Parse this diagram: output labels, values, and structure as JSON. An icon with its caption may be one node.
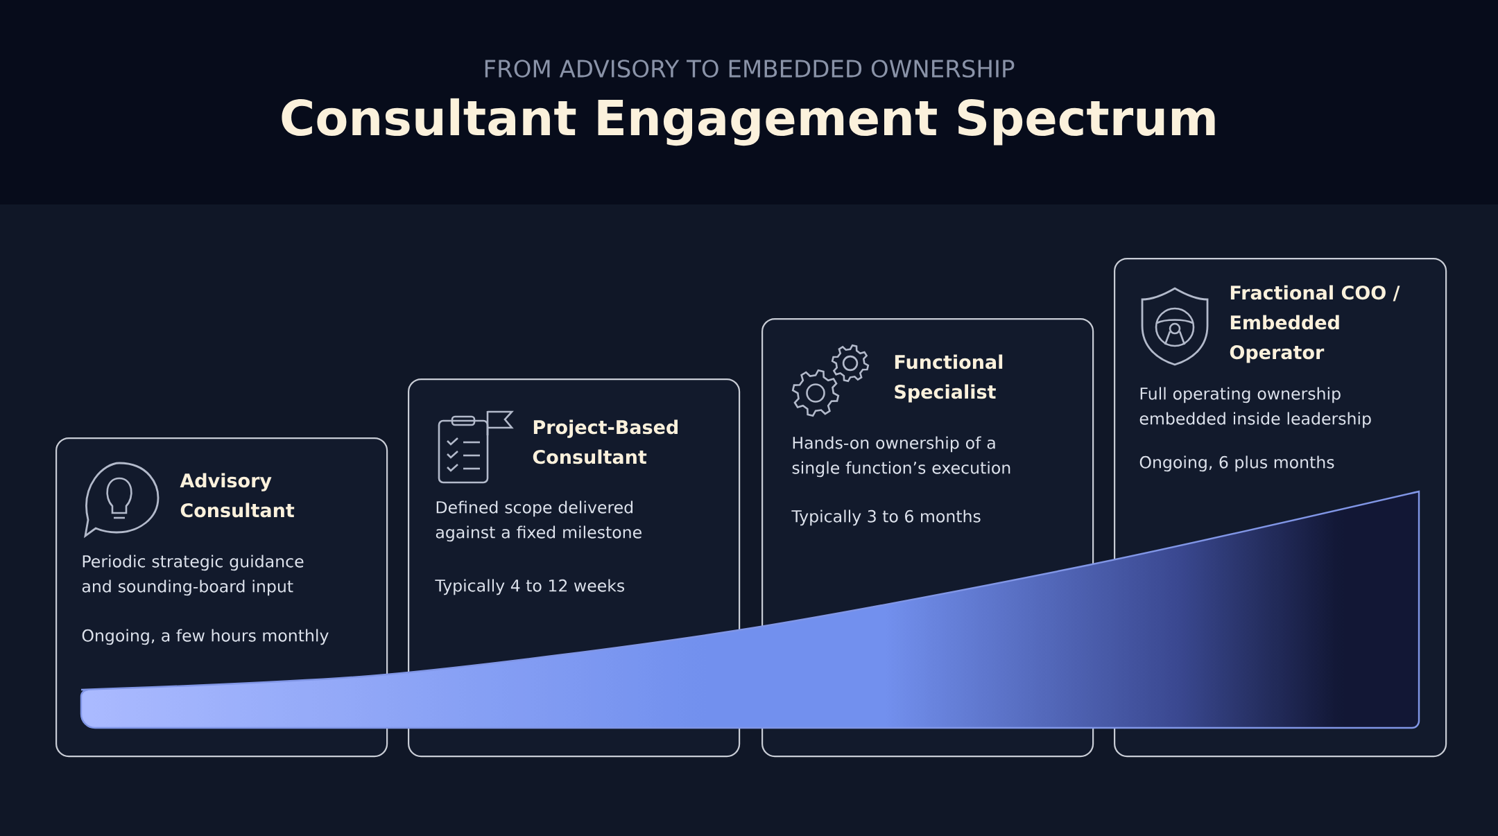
{
  "diagram": {
    "title": "Consultant Engagement Spectrum",
    "nodes": [
      {
        "text": [
          "Advisory Consultant",
          "Periodic strategic guidance and sounding-board input",
          "Ongoing, a few hours monthly"
        ]
      },
      {
        "text": [
          "Project-Based Consultant",
          "Defined scope delivered against a fixed milestone",
          "Typically 4 to 12 weeks"
        ]
      },
      {
        "text": [
          "Functional Specialist",
          "Hands-on ownership of a single function’s execution",
          "Typically 3 to 6 months"
        ]
      },
      {
        "text": [
          "Fractional COO / Embedded Operator",
          "Full operating ownership embedded inside leadership",
          "Ongoing, 6 plus months"
        ]
      }
    ],
    "labels": [
      "FROM ADVISORY TO EMBEDDED OWNERSHIP"
    ]
  }
}
